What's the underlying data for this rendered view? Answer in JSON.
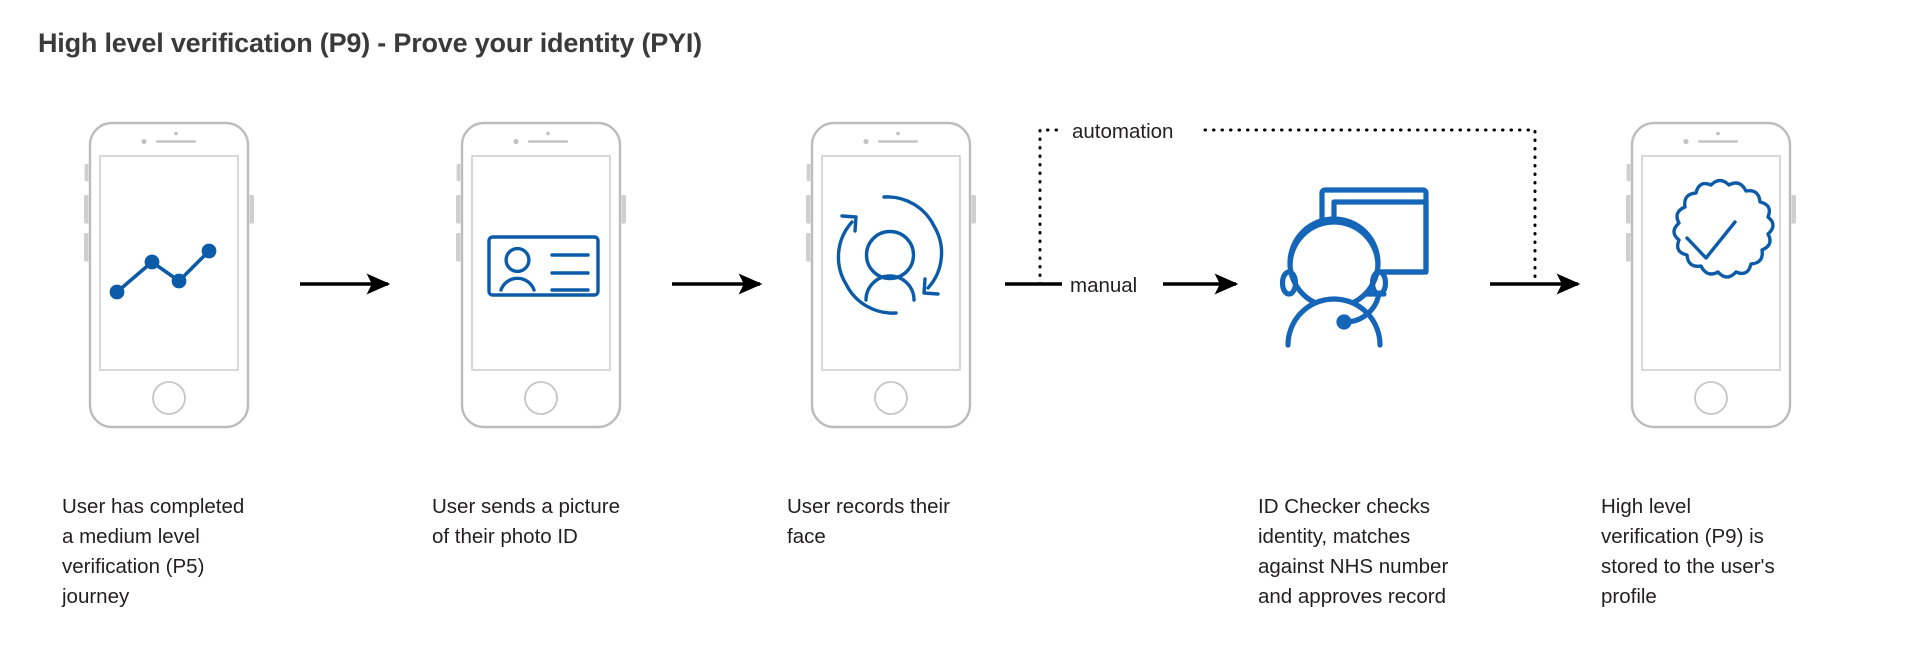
{
  "page": {
    "title": "High level verification (P9) - Prove your identity (PYI)",
    "background_color": "#ffffff",
    "text_color": "#231f20",
    "accent_color": "#0c5ba8",
    "device_outline_color": "#b9b9b9",
    "arrow_color": "#000000"
  },
  "flow": {
    "labels": {
      "automation": "automation",
      "manual": "manual"
    },
    "steps": [
      {
        "index": 1,
        "device": "smartphone",
        "icon": "line-chart-icon",
        "icon_label": "line chart showing progress",
        "caption": "User has completed\na medium level\nverification (P5)\njourney"
      },
      {
        "index": 2,
        "device": "smartphone",
        "icon": "id-card-icon",
        "icon_label": "photo identity card",
        "caption": "User sends a picture\nof their photo ID"
      },
      {
        "index": 3,
        "device": "smartphone",
        "icon": "face-scan-icon",
        "icon_label": "person inside circular refresh arrows",
        "caption": "User records their\nface"
      },
      {
        "index": 4,
        "device": "none",
        "icon": "support-agent-icon",
        "icon_label": "agent wearing headset in front of monitor",
        "caption": "ID Checker checks\nidentity, matches\nagainst NHS number\nand approves record"
      },
      {
        "index": 5,
        "device": "smartphone",
        "icon": "verified-badge-icon",
        "icon_label": "scalloped badge with check mark",
        "caption": "High level\nverification (P9) is\nstored to the user's\nprofile"
      }
    ],
    "connectors": [
      {
        "from": 1,
        "to": 2,
        "style": "solid-arrow"
      },
      {
        "from": 2,
        "to": 3,
        "style": "solid-arrow"
      },
      {
        "from": 3,
        "to": 4,
        "style": "solid-arrow",
        "label": "manual"
      },
      {
        "from": 3,
        "to": 5,
        "style": "dotted",
        "label": "automation"
      },
      {
        "from": 4,
        "to": 5,
        "style": "solid-arrow"
      }
    ]
  }
}
